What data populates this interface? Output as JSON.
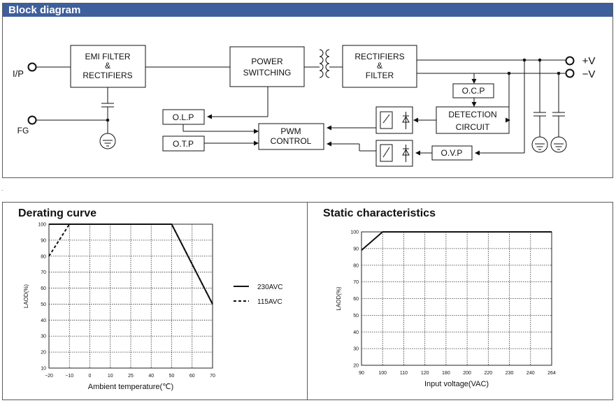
{
  "block_diagram": {
    "title": "Block diagram",
    "boxes": {
      "emi": [
        "EMI FILTER",
        "&",
        "RECTIFIERS"
      ],
      "power": [
        "POWER",
        "SWITCHING"
      ],
      "rect": [
        "RECTIFIERS",
        "&",
        "FILTER"
      ],
      "ocp": "O.C.P",
      "detect": [
        "DETECTION",
        "CIRCUIT"
      ],
      "olp": "O.L.P",
      "otp": "O.T.P",
      "pwm": [
        "PWM",
        "CONTROL"
      ],
      "ovp": "O.V.P"
    },
    "terminals": {
      "ip": "I/P",
      "fg": "FG",
      "vplus": "+V",
      "vminus": "−V"
    }
  },
  "chart_data": [
    {
      "type": "line",
      "title": "Derating curve",
      "xlabel": "Ambient  temperature(℃)",
      "ylabel": "LAOD(%)",
      "x_ticks": [
        -20,
        -10,
        0,
        10,
        25,
        40,
        50,
        60,
        70
      ],
      "y_ticks": [
        10,
        20,
        30,
        40,
        50,
        60,
        70,
        80,
        90,
        100
      ],
      "ylim": [
        10,
        100
      ],
      "grid": true,
      "legend_position": "right",
      "series": [
        {
          "name": "230AVC",
          "style": "solid",
          "x": [
            -20,
            50,
            70
          ],
          "y": [
            100,
            100,
            50
          ]
        },
        {
          "name": "115AVC",
          "style": "dashed",
          "x": [
            -20,
            -10,
            50,
            70
          ],
          "y": [
            80,
            100,
            100,
            50
          ]
        }
      ]
    },
    {
      "type": "line",
      "title": "Static characteristics",
      "xlabel": "Input voltage(VAC)",
      "ylabel": "LAOD(%)",
      "x_ticks": [
        90,
        100,
        110,
        120,
        180,
        200,
        220,
        230,
        240,
        264
      ],
      "y_ticks": [
        20,
        30,
        40,
        50,
        60,
        70,
        80,
        90,
        100
      ],
      "ylim": [
        20,
        100
      ],
      "grid": true,
      "series": [
        {
          "x": [
            90,
            100,
            264
          ],
          "y": [
            89,
            100,
            100
          ]
        }
      ]
    }
  ]
}
